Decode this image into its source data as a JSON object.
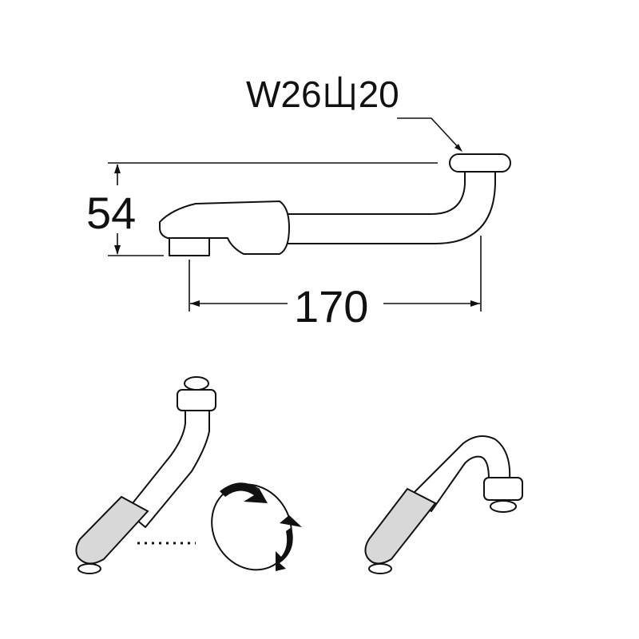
{
  "dimensions": {
    "thread_spec": "W26山20",
    "height": "54",
    "length": "170"
  },
  "icons": [
    "faucet-spout-side-view",
    "faucet-spout-before-rotation",
    "rotate-arrow",
    "faucet-spout-after-rotation"
  ]
}
